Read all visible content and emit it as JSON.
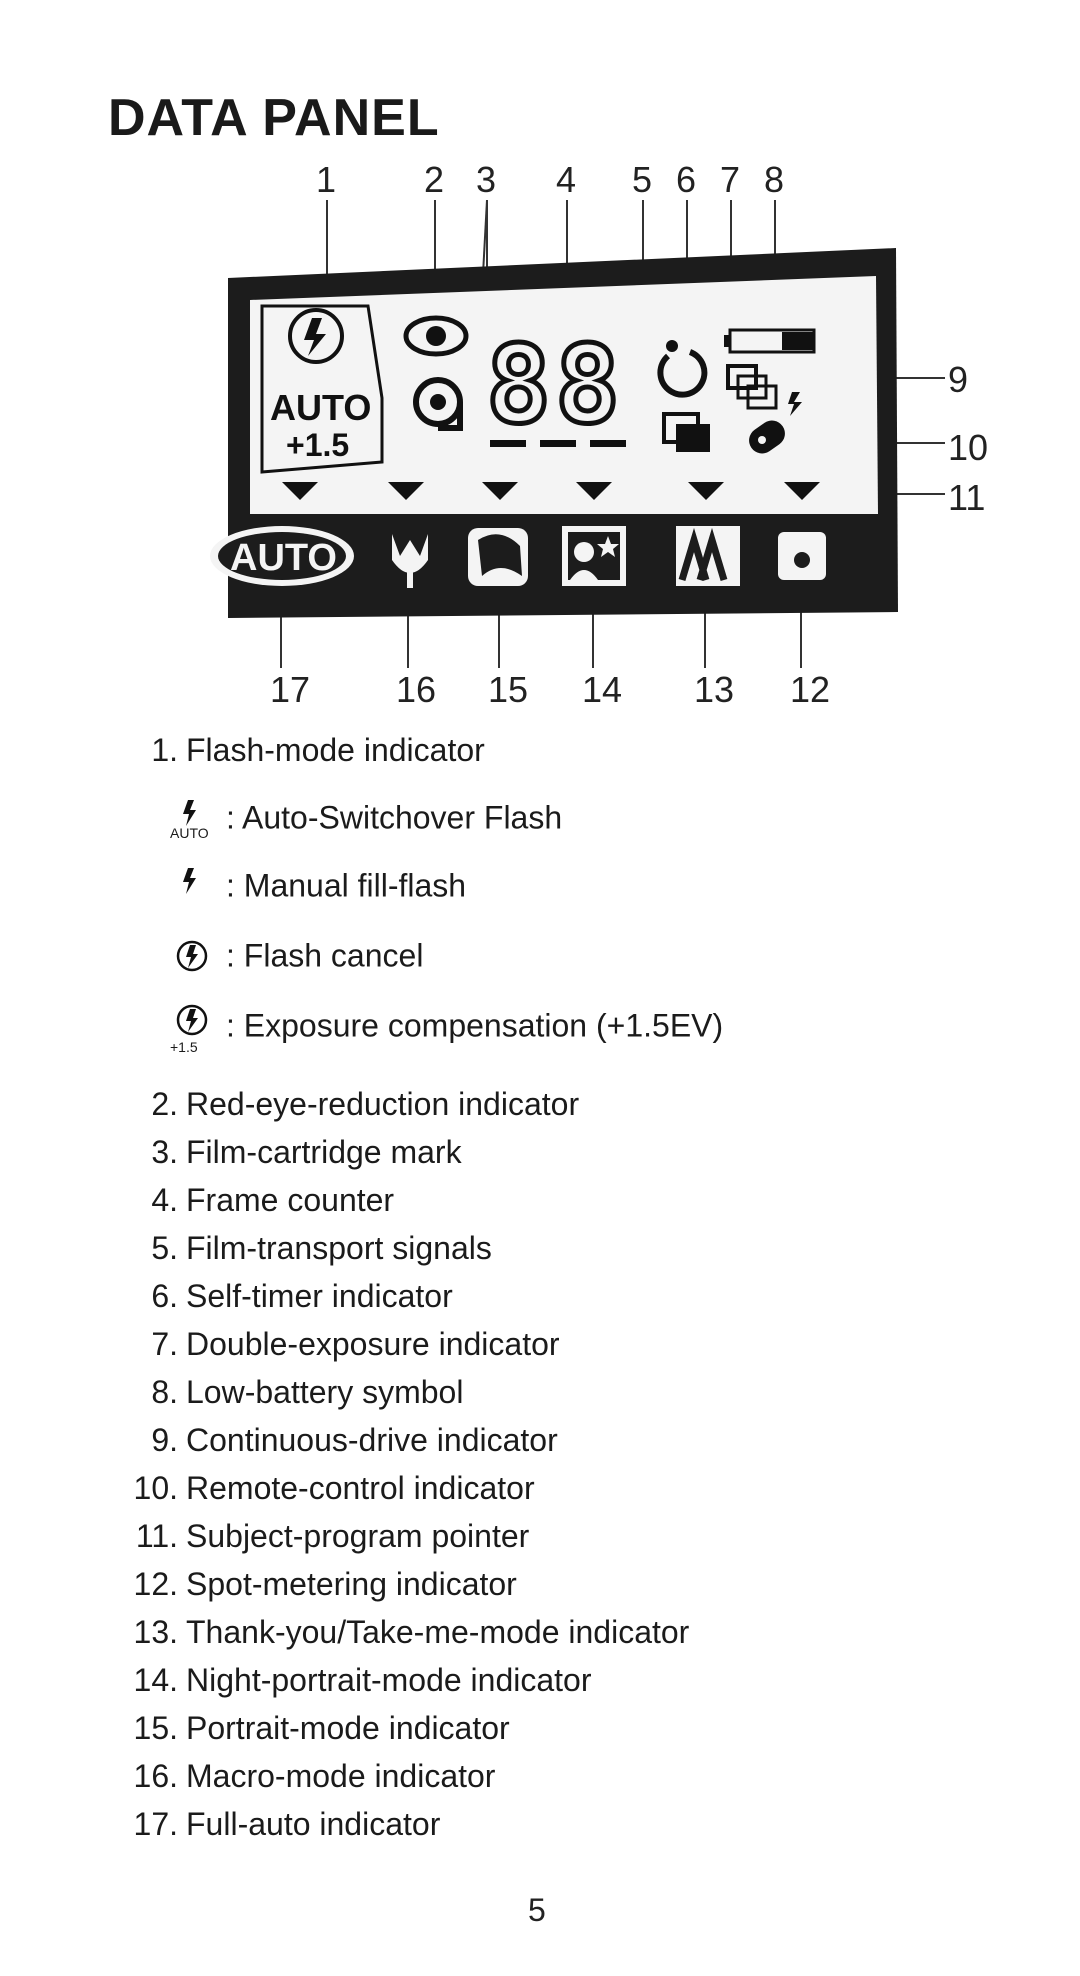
{
  "title": "DATA PANEL",
  "top_callouts": [
    "1",
    "2",
    "3",
    "4",
    "5",
    "6",
    "7",
    "8"
  ],
  "side_callouts": [
    "9",
    "10",
    "11"
  ],
  "bottom_callouts": [
    "17",
    "16",
    "15",
    "14",
    "13",
    "12"
  ],
  "lcd": {
    "flash_text_auto": "AUTO",
    "flash_text_comp": "+1.5",
    "frame_digits": "88",
    "mode_auto": "AUTO"
  },
  "flash_modes": [
    {
      "small": "AUTO",
      "label": ": Auto-Switchover Flash"
    },
    {
      "small": "",
      "label": ": Manual fill-flash"
    },
    {
      "small": "",
      "label": ": Flash cancel"
    },
    {
      "small": "+1.5",
      "label": ": Exposure compensation (+1.5EV)"
    }
  ],
  "items": [
    {
      "n": "1.",
      "label": "Flash-mode indicator"
    },
    {
      "n": "2.",
      "label": "Red-eye-reduction indicator"
    },
    {
      "n": "3.",
      "label": "Film-cartridge mark"
    },
    {
      "n": "4.",
      "label": "Frame counter"
    },
    {
      "n": "5.",
      "label": "Film-transport signals"
    },
    {
      "n": "6.",
      "label": "Self-timer indicator"
    },
    {
      "n": "7.",
      "label": "Double-exposure indicator"
    },
    {
      "n": "8.",
      "label": "Low-battery symbol"
    },
    {
      "n": "9.",
      "label": "Continuous-drive indicator"
    },
    {
      "n": "10.",
      "label": "Remote-control indicator"
    },
    {
      "n": "11.",
      "label": "Subject-program pointer"
    },
    {
      "n": "12.",
      "label": "Spot-metering indicator"
    },
    {
      "n": "13.",
      "label": "Thank-you/Take-me-mode indicator"
    },
    {
      "n": "14.",
      "label": "Night-portrait-mode indicator"
    },
    {
      "n": "15.",
      "label": "Portrait-mode indicator"
    },
    {
      "n": "16.",
      "label": "Macro-mode indicator"
    },
    {
      "n": "17.",
      "label": "Full-auto indicator"
    }
  ],
  "page_number": "5"
}
